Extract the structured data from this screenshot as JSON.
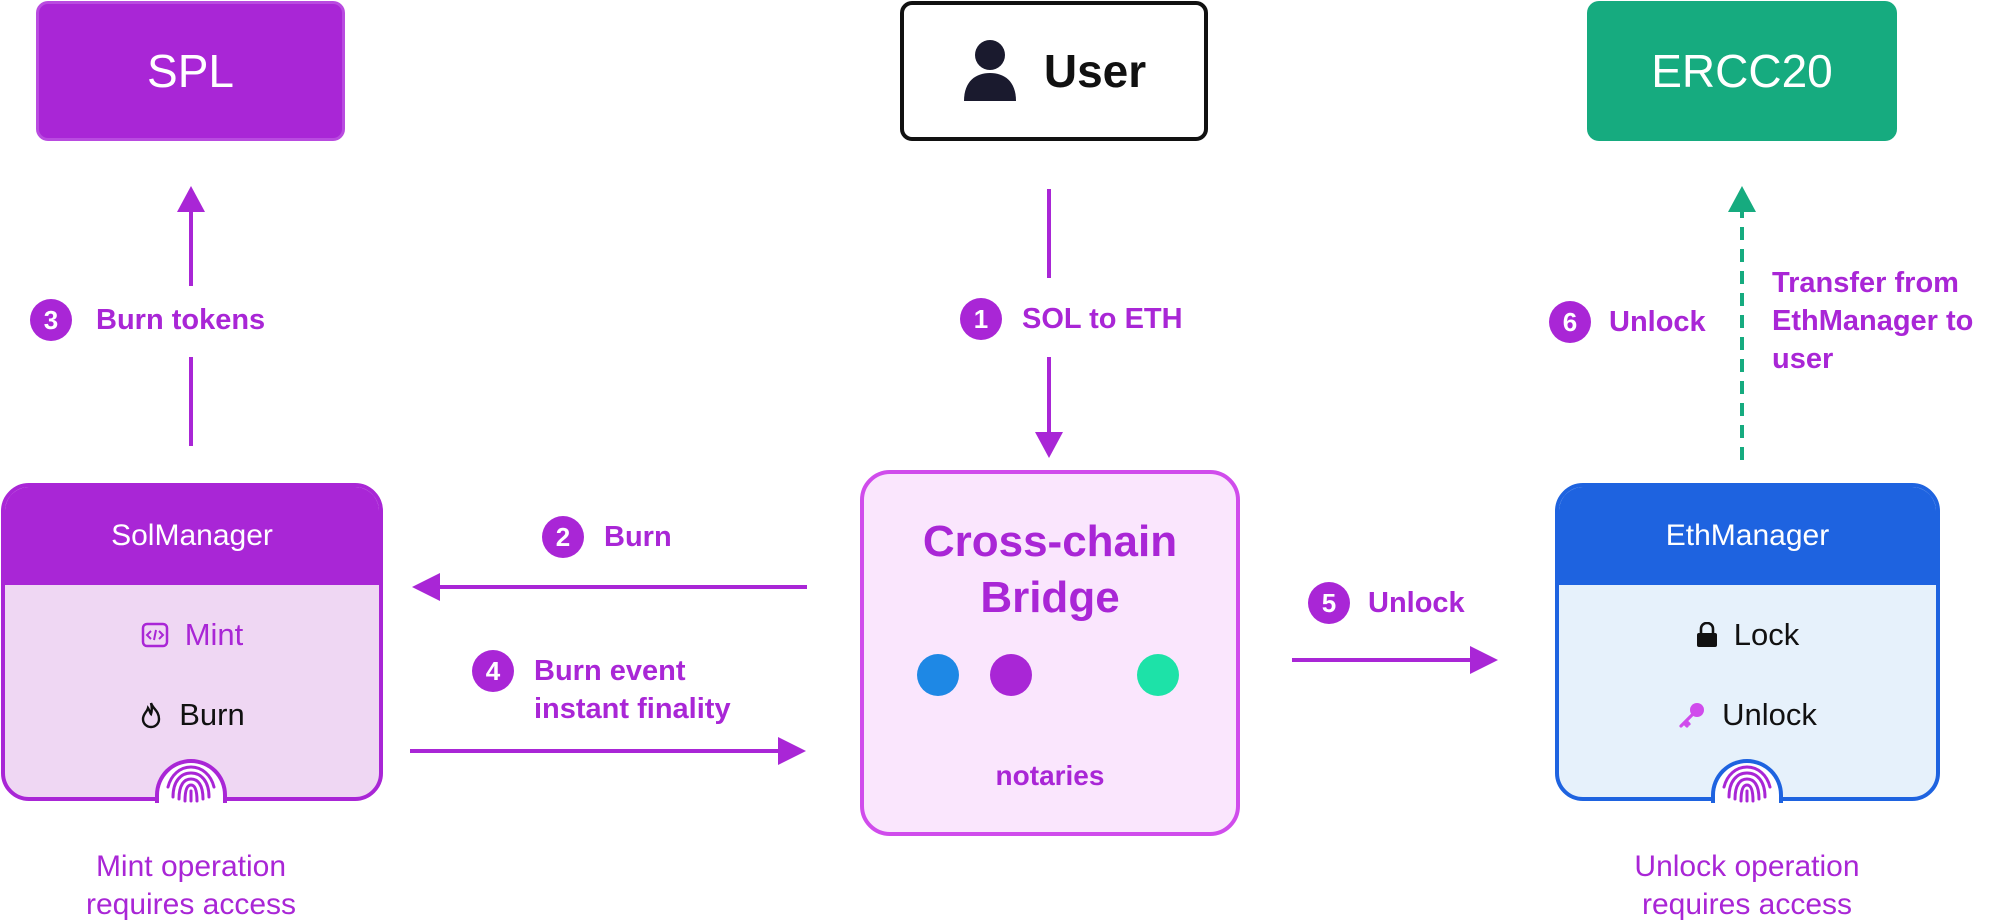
{
  "nodes": {
    "spl": {
      "label": "SPL"
    },
    "user": {
      "label": "User"
    },
    "ercc20": {
      "label": "ERCC20"
    },
    "sol_manager": {
      "title": "SolManager",
      "items": [
        "Mint",
        "Burn"
      ]
    },
    "eth_manager": {
      "title": "EthManager",
      "items": [
        "Lock",
        "Unlock"
      ]
    },
    "bridge": {
      "title_line1": "Cross-chain",
      "title_line2": "Bridge",
      "notaries_label": "notaries"
    }
  },
  "steps": [
    {
      "num": "1",
      "label": "SOL to ETH"
    },
    {
      "num": "2",
      "label": "Burn"
    },
    {
      "num": "3",
      "label": "Burn tokens"
    },
    {
      "num": "4",
      "label_line1": "Burn event",
      "label_line2": "instant finality"
    },
    {
      "num": "5",
      "label": "Unlock"
    },
    {
      "num": "6",
      "label": "Unlock"
    }
  ],
  "annotations": {
    "transfer_line1": "Transfer from",
    "transfer_line2": "EthManager to",
    "transfer_line3": "user",
    "mint_access_line1": "Mint operation",
    "mint_access_line2": "requires access",
    "unlock_access_line1": "Unlock operation",
    "unlock_access_line2": "requires access"
  },
  "colors": {
    "purple": "#a926d6",
    "green": "#16ab7f",
    "blue": "#1e63e0",
    "notary_blue": "#1e88e5",
    "notary_purple": "#a926d6",
    "notary_green": "#1de2a8"
  },
  "icons": [
    "user-icon",
    "code-icon",
    "fire-icon",
    "lock-icon",
    "key-icon",
    "fingerprint-icon"
  ]
}
